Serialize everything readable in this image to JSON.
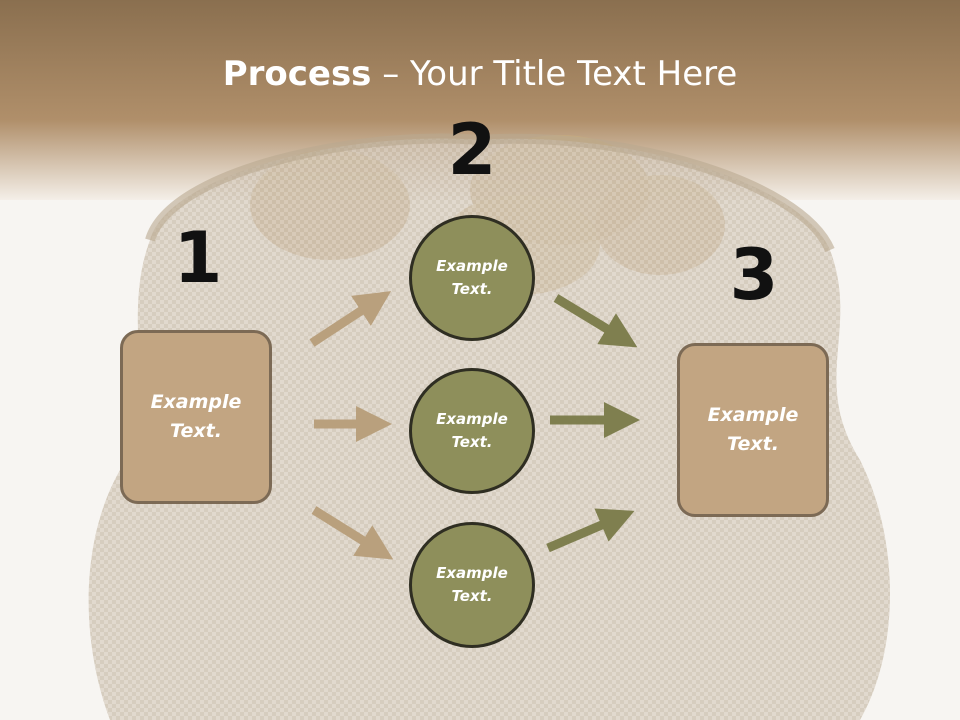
{
  "title": {
    "bold": "Process",
    "rest": " – Your Title Text Here"
  },
  "steps": {
    "n1": "1",
    "n2": "2",
    "n3": "3"
  },
  "left_box": {
    "text": "Example\nText."
  },
  "right_box": {
    "text": "Example\nText."
  },
  "circles": [
    {
      "text": "Example\nText."
    },
    {
      "text": "Example\nText."
    },
    {
      "text": "Example\nText."
    }
  ],
  "colors": {
    "box_fill": "#c2a582",
    "circle_fill": "#8e8f5b",
    "arrow_tan": "#b9a07d",
    "arrow_olive": "#7f7f4f"
  }
}
